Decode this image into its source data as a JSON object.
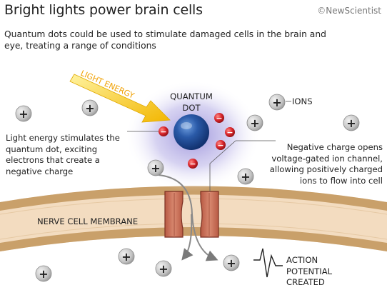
{
  "header": {
    "title": "Bright lights power brain cells",
    "brand": "©NewScientist",
    "subtitle": "Quantum dots could be used to stimulate damaged cells in the brain and eye, treating a range of conditions"
  },
  "labels": {
    "light_energy": "LIGHT ENERGY",
    "quantum_dot": "QUANTUM DOT",
    "ions": "IONS",
    "left_note": "Light energy stimulates the quantum dot, exciting electrons that create a negative charge",
    "right_note": "Negative charge opens voltage-gated ion channel, allowing positively charged ions to flow into cell",
    "membrane": "NERVE CELL MEMBRANE",
    "action_potential": "ACTION POTENTIAL CREATED"
  },
  "symbols": {
    "positive": "+",
    "negative": "−"
  },
  "colors": {
    "arrow": "#f5c200",
    "light_text": "#f0a000",
    "dot": "#1f4f9c",
    "glow": "#9b8fd8",
    "electron": "#d8262c",
    "membrane_light": "#f3dcc0",
    "membrane_dark": "#c9a06a",
    "channel": "#c5664f",
    "ion_fill": "#c8c8c8"
  }
}
